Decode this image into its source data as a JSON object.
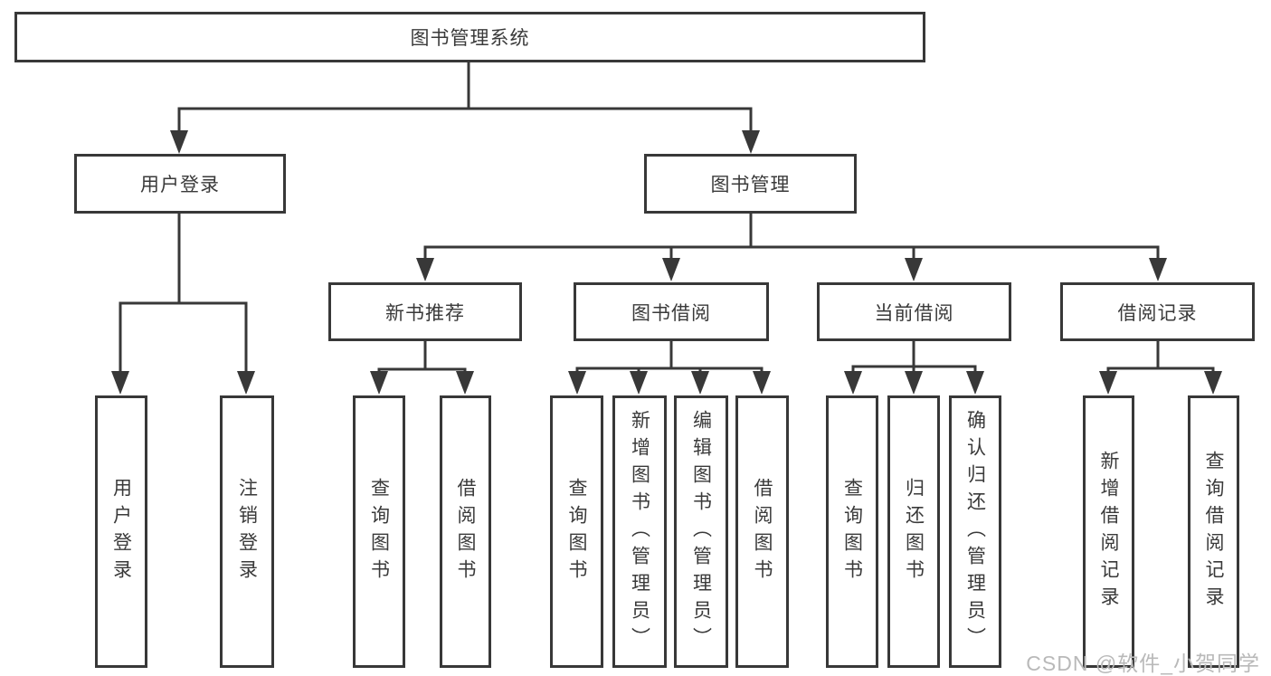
{
  "diagram": {
    "root": {
      "label": "图书管理系统",
      "children": [
        {
          "label": "用户登录",
          "children": [
            {
              "label": "用户登录"
            },
            {
              "label": "注销登录"
            }
          ]
        },
        {
          "label": "图书管理",
          "children": [
            {
              "label": "新书推荐",
              "children": [
                {
                  "label": "查询图书"
                },
                {
                  "label": "借阅图书"
                }
              ]
            },
            {
              "label": "图书借阅",
              "children": [
                {
                  "label": "查询图书"
                },
                {
                  "label": "新增图书（管理员）"
                },
                {
                  "label": "编辑图书（管理员）"
                },
                {
                  "label": "借阅图书"
                }
              ]
            },
            {
              "label": "当前借阅",
              "children": [
                {
                  "label": "查询图书"
                },
                {
                  "label": "归还图书"
                },
                {
                  "label": "确认归还（管理员）"
                }
              ]
            },
            {
              "label": "借阅记录",
              "children": [
                {
                  "label": "新增借阅记录"
                },
                {
                  "label": "查询借阅记录"
                }
              ]
            }
          ]
        }
      ]
    }
  },
  "watermark": {
    "text": "CSDN @软件_小贺同学"
  },
  "colors": {
    "line": "#383838",
    "box_border": "#383838",
    "text": "#3a3a3a",
    "watermark": "#b9b9b9",
    "background": "#ffffff"
  }
}
